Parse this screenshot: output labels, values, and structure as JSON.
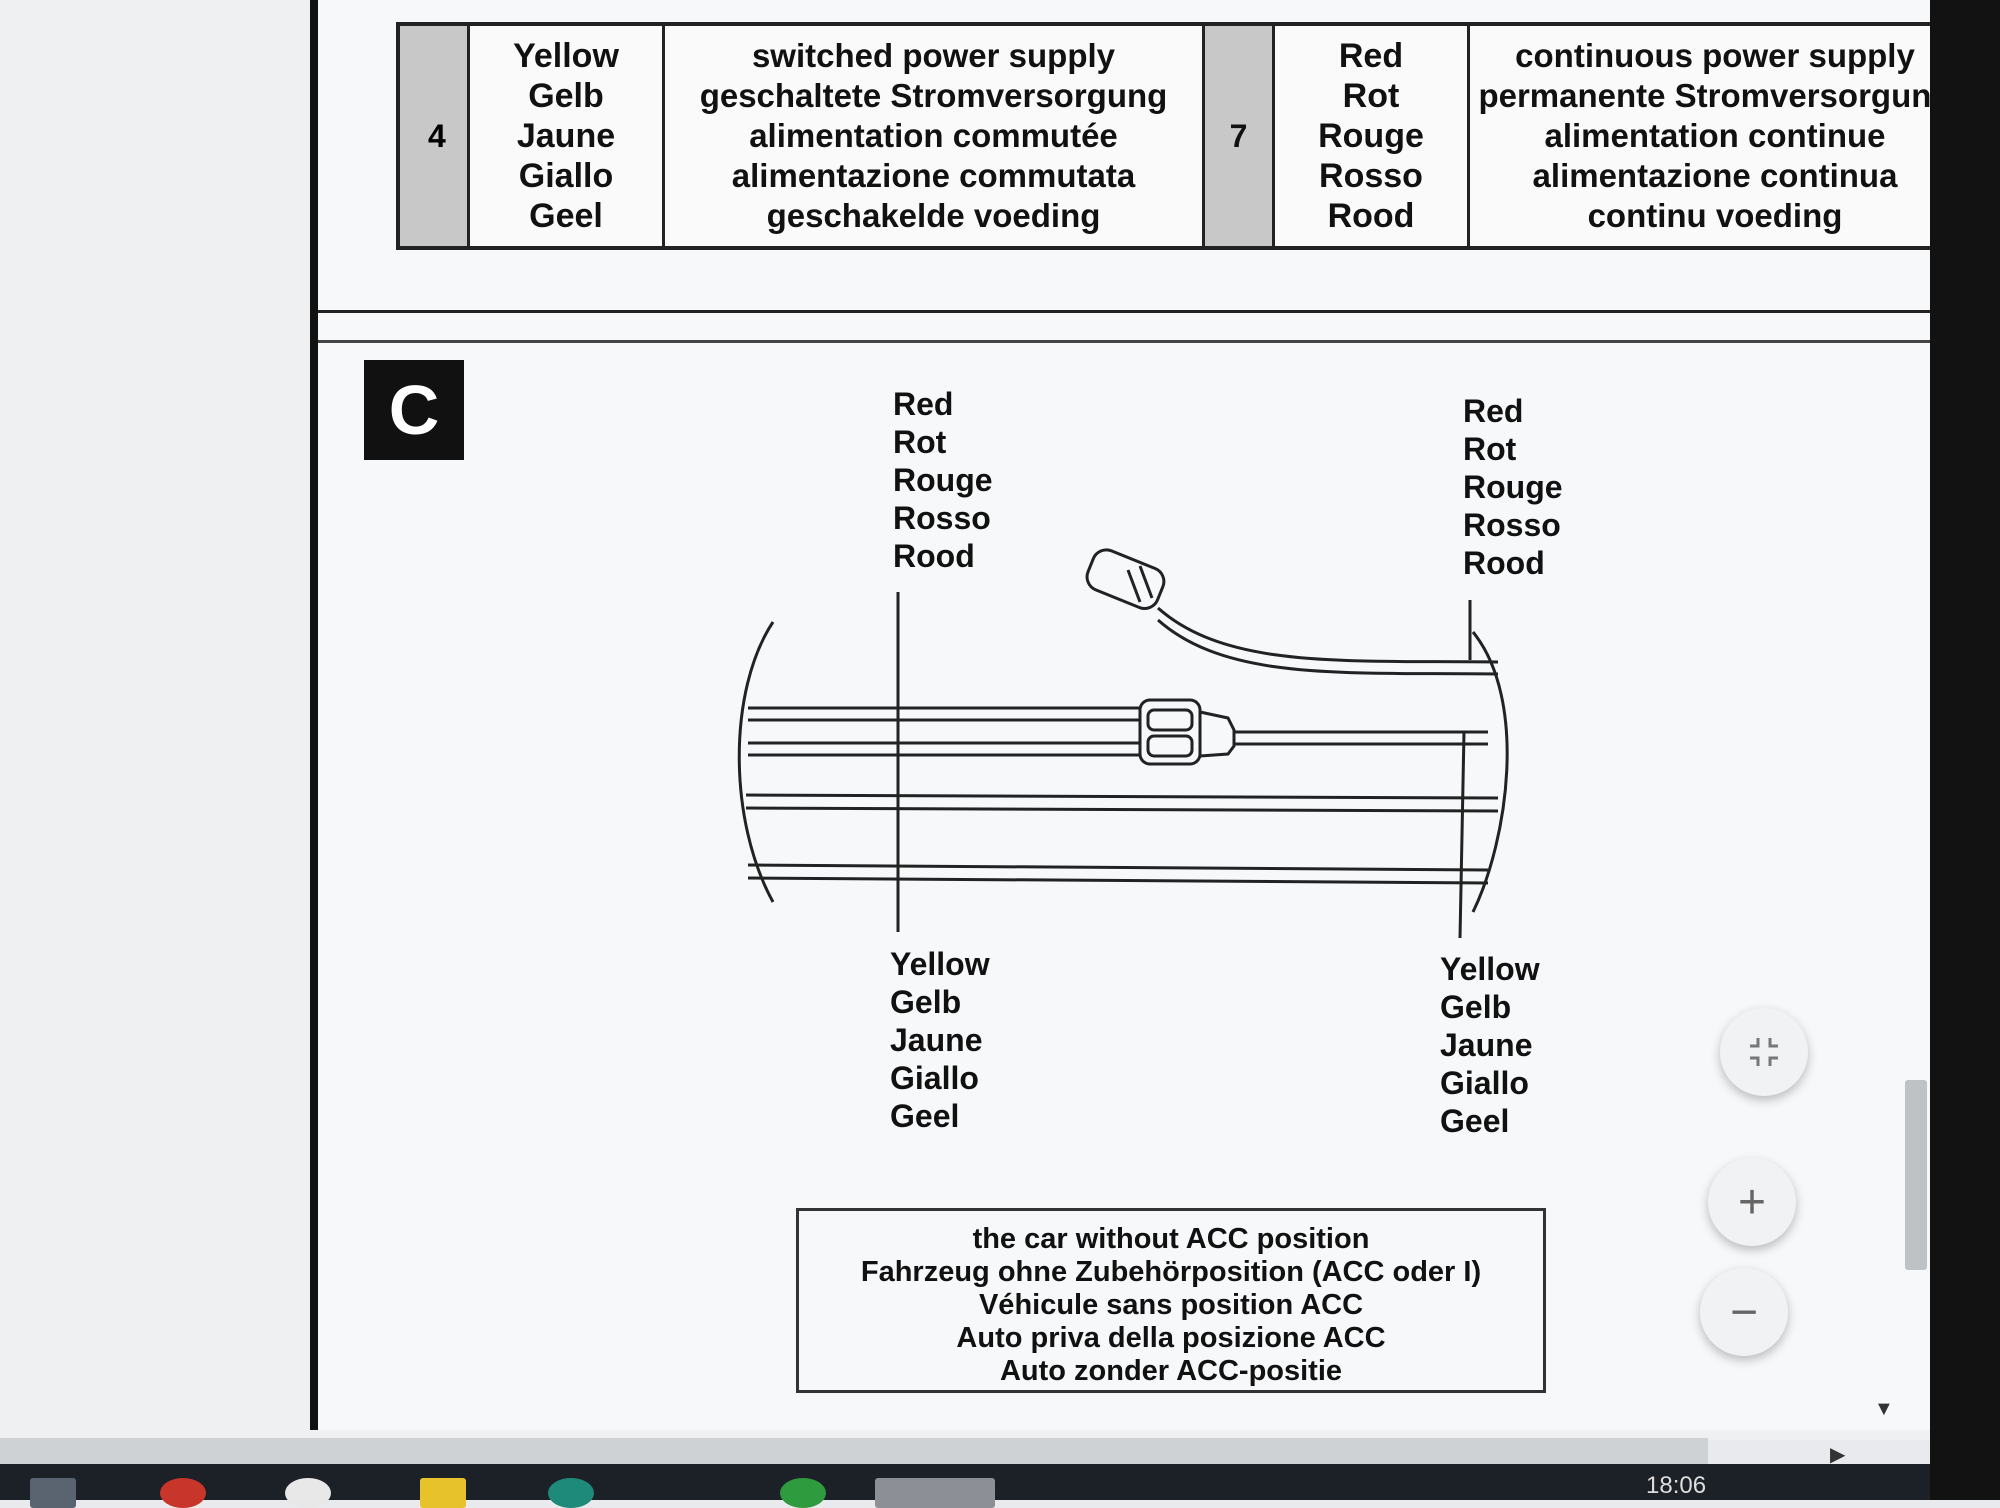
{
  "table": {
    "row_left": {
      "pin": "4",
      "colors": [
        "Yellow",
        "Gelb",
        "Jaune",
        "Giallo",
        "Geel"
      ],
      "description": [
        "switched power supply",
        "geschaltete Stromversorgung",
        "alimentation commutée",
        "alimentazione commutata",
        "geschakelde voeding"
      ]
    },
    "row_right": {
      "pin": "7",
      "colors": [
        "Red",
        "Rot",
        "Rouge",
        "Rosso",
        "Rood"
      ],
      "description": [
        "continuous power supply",
        "permanente Stromversorgung",
        "alimentation continue",
        "alimentazione continua",
        "continu voeding"
      ]
    }
  },
  "figure": {
    "label": "C",
    "red_labels": [
      "Red",
      "Rot",
      "Rouge",
      "Rosso",
      "Rood"
    ],
    "yellow_labels": [
      "Yellow",
      "Gelb",
      "Jaune",
      "Giallo",
      "Geel"
    ],
    "caption": [
      "the car without ACC position",
      "Fahrzeug ohne Zubehörposition (ACC oder I)",
      "Véhicule sans position ACC",
      "Auto priva della posizione ACC",
      "Auto zonder ACC-positie"
    ]
  },
  "viewer": {
    "fit_icon": "compress-icon",
    "zoom_in": "+",
    "zoom_out": "−"
  },
  "taskbar": {
    "clock": "18:06"
  }
}
